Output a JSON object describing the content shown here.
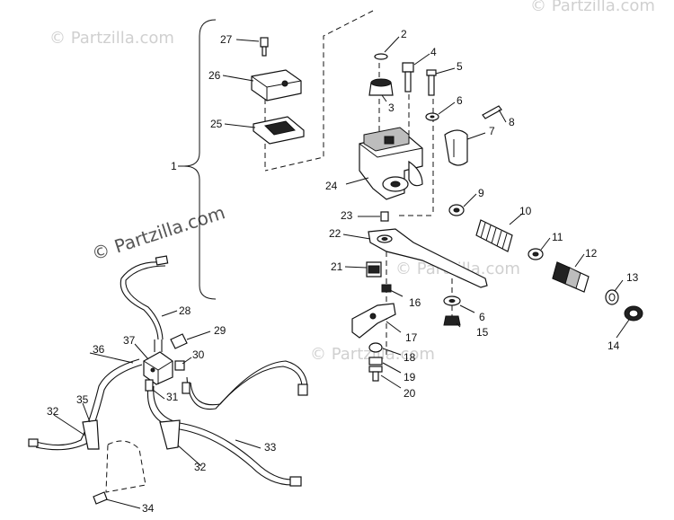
{
  "watermarks": {
    "top": "© Partzilla.com",
    "top_right": "© Partzilla.com",
    "middle": "© Partzilla.com",
    "left": "© Partzilla.com",
    "right": "© Partzilla.com"
  },
  "callouts": {
    "c1": "1",
    "c2": "2",
    "c3": "3",
    "c4": "4",
    "c5": "5",
    "c6": "6",
    "c6b": "6",
    "c7": "7",
    "c8": "8",
    "c9": "9",
    "c10": "10",
    "c11": "11",
    "c12": "12",
    "c13": "13",
    "c14": "14",
    "c15": "15",
    "c16": "16",
    "c17": "17",
    "c18": "18",
    "c19": "19",
    "c20": "20",
    "c21": "21",
    "c22": "22",
    "c23": "23",
    "c24": "24",
    "c25": "25",
    "c26": "26",
    "c27": "27",
    "c28": "28",
    "c29": "29",
    "c30": "30",
    "c31": "31",
    "c32": "32",
    "c32b": "32",
    "c33": "33",
    "c34": "34",
    "c35": "35",
    "c36": "36",
    "c37": "37"
  }
}
